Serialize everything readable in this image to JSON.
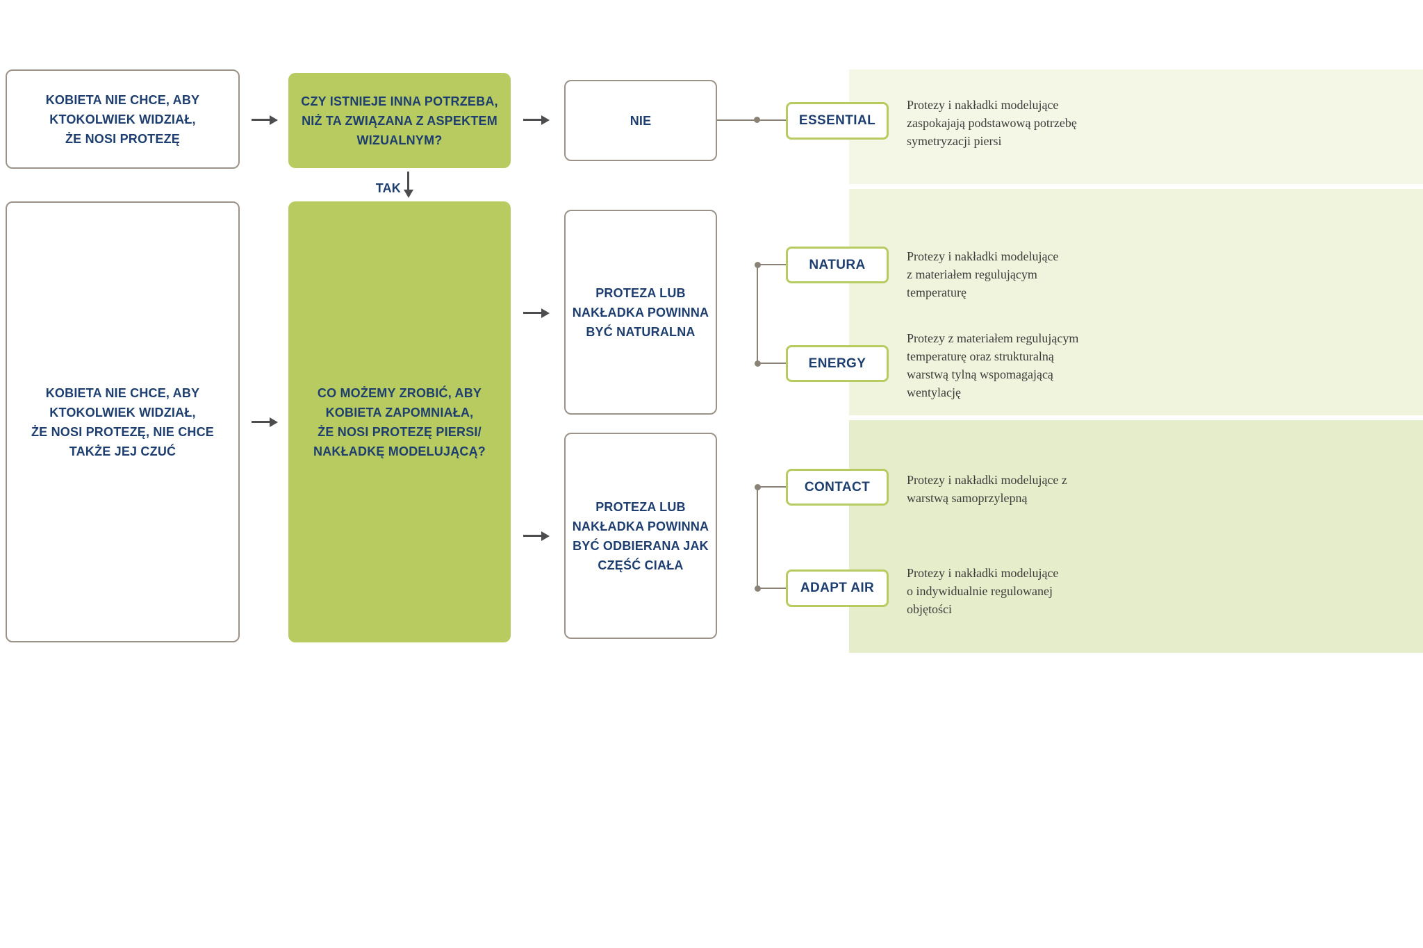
{
  "colors": {
    "green": "#b7cb60",
    "panel_light": "#f4f7e6",
    "panel_mid": "#f0f4dd",
    "panel_dark": "#e6edca",
    "navy": "#1d3e6e",
    "border_gray": "#9b9288",
    "connector_gray": "#8a8274",
    "arrow_gray": "#4d4d4f",
    "desc_text": "#3c3c3b"
  },
  "diagram": {
    "row1": {
      "start": "KOBIETA NIE CHCE, ABY\nKTOKOLWIEK WIDZIAŁ,\nŻE NOSI PROTEZĘ",
      "question": "CZY ISTNIEJE INNA POTRZEBA,\nNIŻ TA ZWIĄZANA Z ASPEKTEM\nWIZUALNYM?",
      "answer_no": "NIE",
      "product": {
        "name": "ESSENTIAL",
        "description": "Protezy i nakładki modelujące\nzaspokajają podstawową potrzebę\nsymetryzacji piersi"
      }
    },
    "answer_yes": "TAK",
    "row2": {
      "start": "KOBIETA NIE CHCE, ABY\nKTOKOLWIEK WIDZIAŁ,\nŻE NOSI PROTEZĘ, NIE CHCE\nTAKŻE JEJ CZUĆ",
      "question": "CO MOŻEMY ZROBIĆ, ABY\nKOBIETA ZAPOMNIAŁA,\nŻE NOSI PROTEZĘ PIERSI/\nNAKŁADKĘ MODELUJĄCĄ?",
      "natural_branch": {
        "label": "PROTEZA LUB\nNAKŁADKA POWINNA\nBYĆ NATURALNA",
        "products": [
          {
            "name": "NATURA",
            "description": "Protezy i nakładki modelujące\nz materiałem regulującym\ntemperaturę"
          },
          {
            "name": "ENERGY",
            "description": "Protezy z materiałem regulującym\ntemperaturę oraz strukturalną\nwarstwą tylną wspomagającą\nwentylację"
          }
        ]
      },
      "body_branch": {
        "label": "PROTEZA LUB\nNAKŁADKA POWINNA\nBYĆ ODBIERANA JAK\nCZĘŚĆ CIAŁA",
        "products": [
          {
            "name": "CONTACT",
            "description": "Protezy i nakładki modelujące z\nwarstwą samoprzylepną"
          },
          {
            "name": "ADAPT AIR",
            "description": "Protezy i nakładki modelujące\no indywidualnie regulowanej\nobjętości"
          }
        ]
      }
    }
  }
}
